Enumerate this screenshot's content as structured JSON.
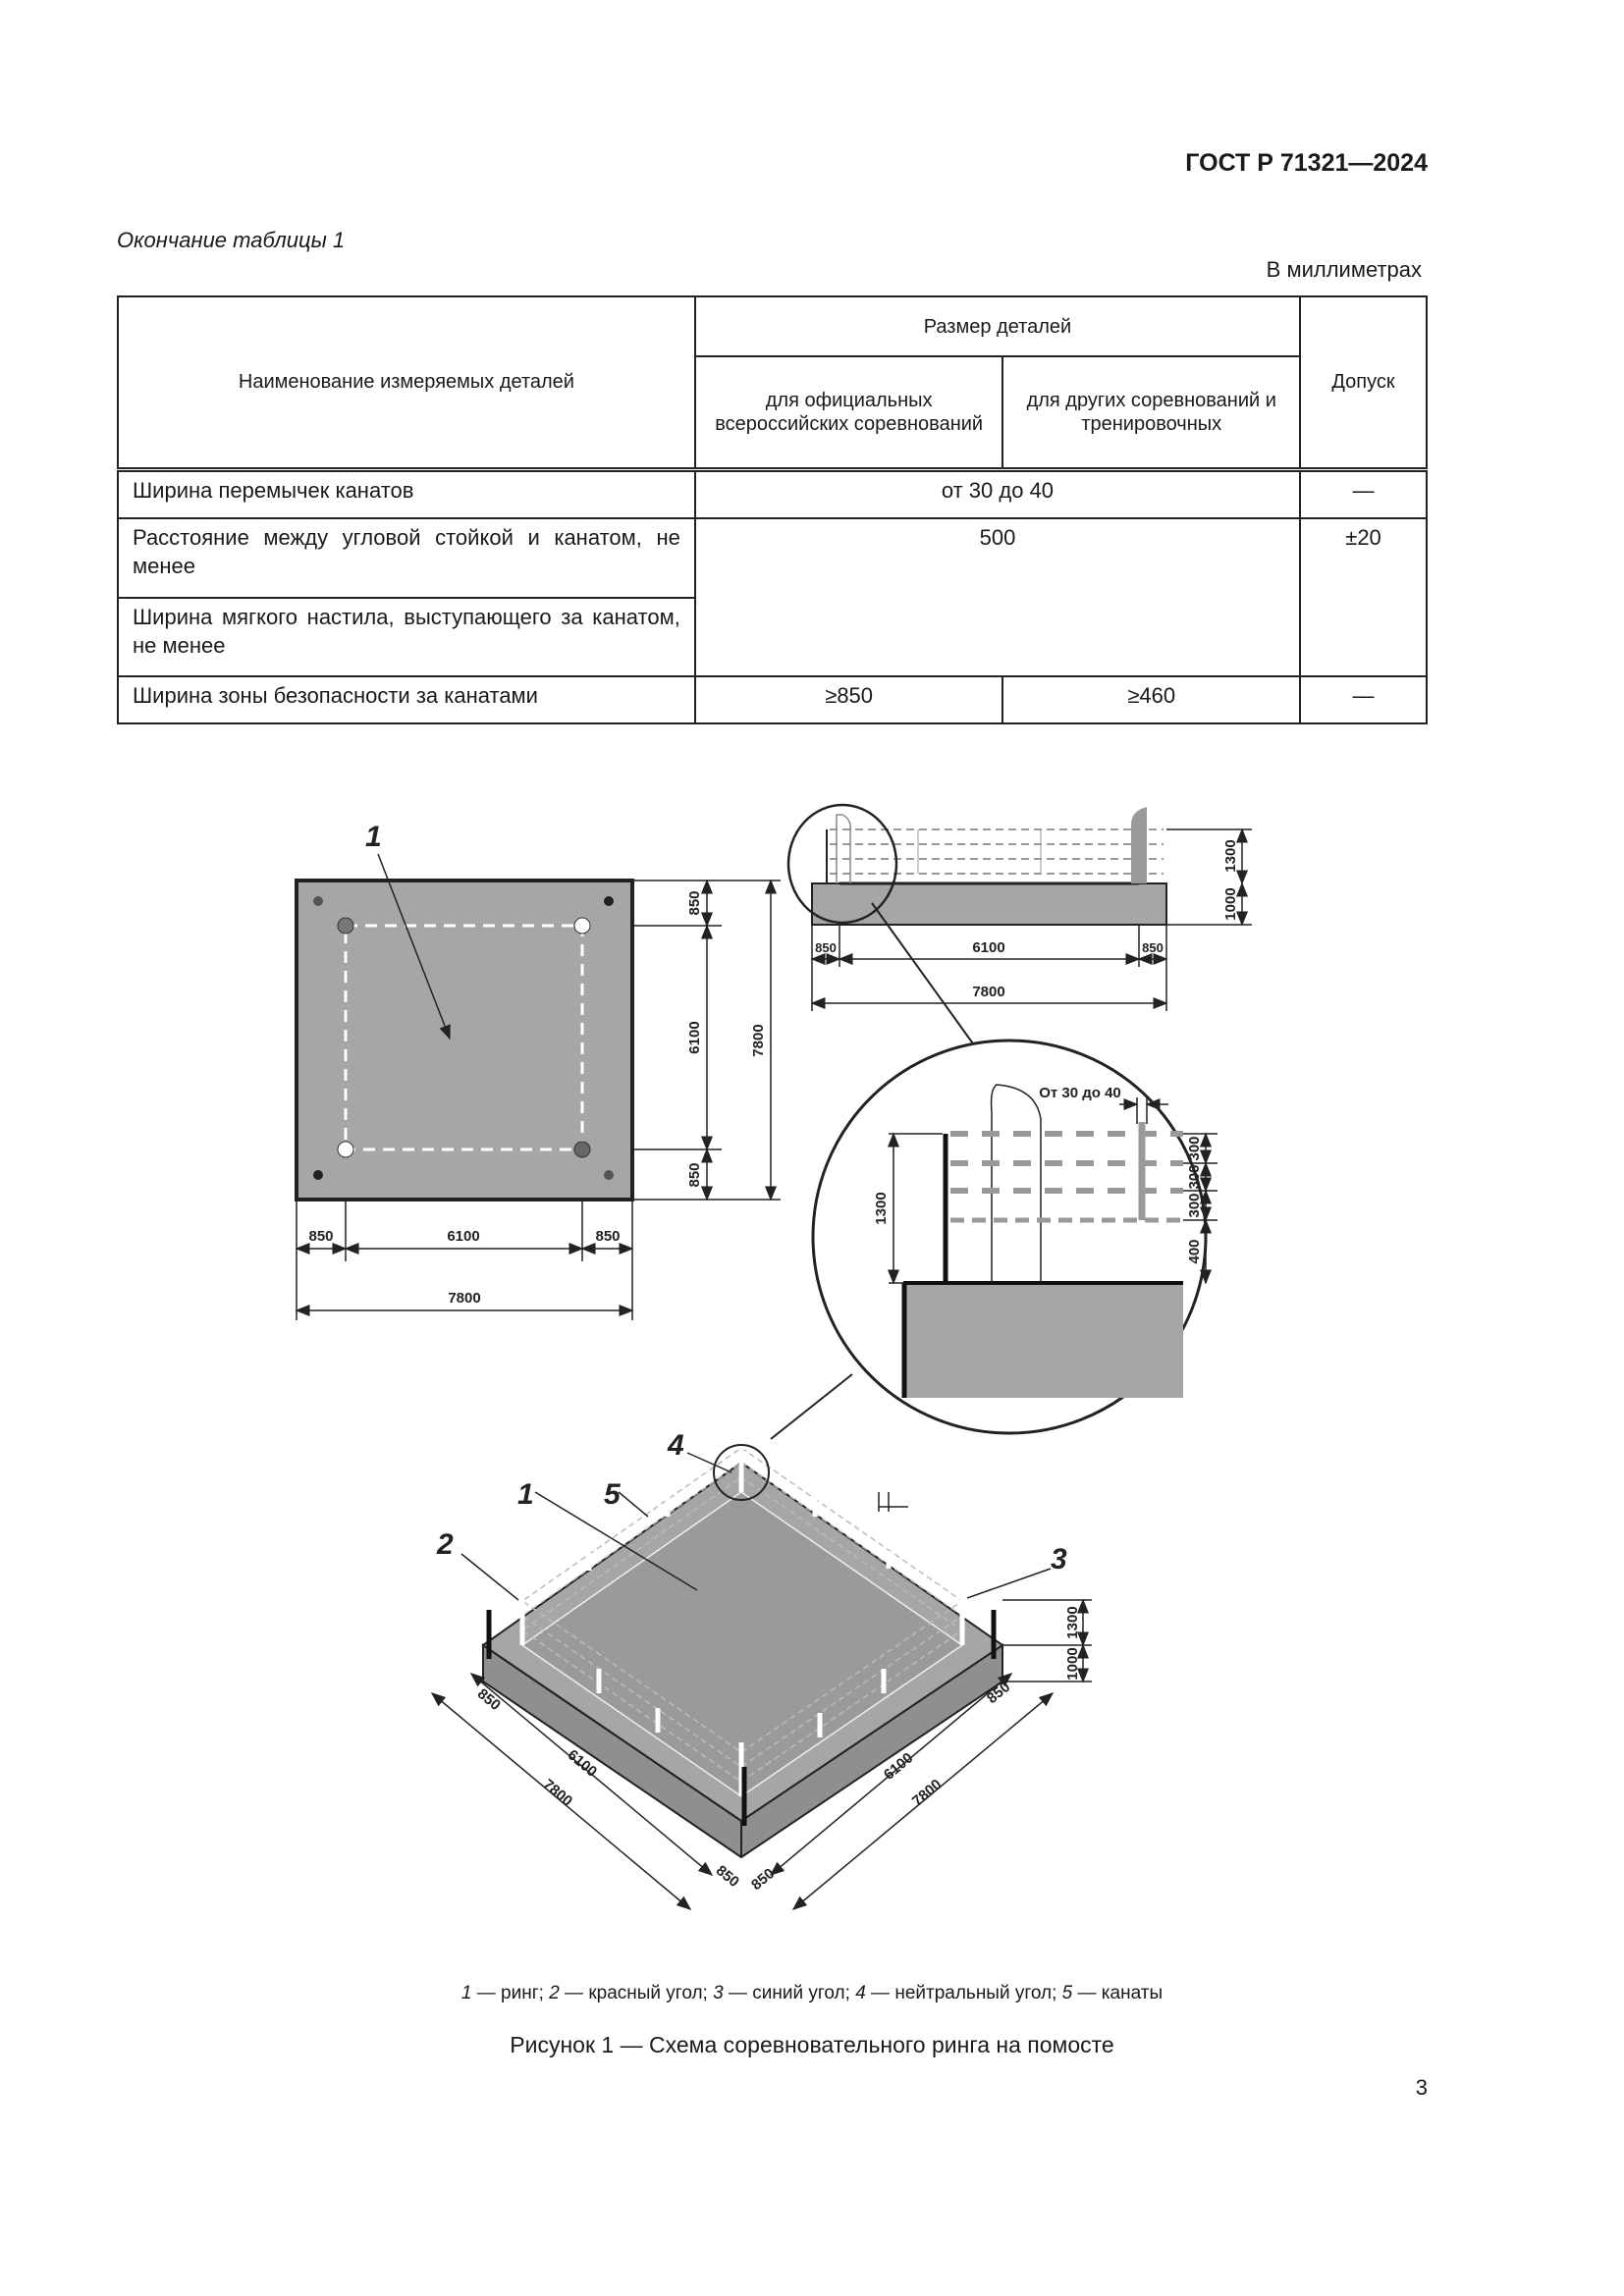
{
  "header": {
    "doc_number": "ГОСТ Р 71321—2024"
  },
  "table_caption": "Окончание таблицы 1",
  "units": "В миллиметрах",
  "table": {
    "col_name": "Наименование измеряемых деталей",
    "col_size": "Размер деталей",
    "col_size_official": "для официальных всероссийских соревнований",
    "col_size_other": "для других соревнований и тренировочных",
    "col_tolerance": "Допуск",
    "rows": [
      {
        "name": "Ширина перемычек канатов",
        "size": "от 30 до 40",
        "tolerance": "—"
      },
      {
        "name": "Расстояние между угловой стойкой и канатом, не менее",
        "size": "500",
        "tolerance": "±20"
      },
      {
        "name": "Ширина мягкого настила, выступающего за канатом, не менее"
      },
      {
        "name": "Ширина зоны безопасности за канатами",
        "size_official": "≥850",
        "size_other": "≥460",
        "tolerance": "—"
      }
    ]
  },
  "figure": {
    "labels": {
      "ring": "1",
      "red_corner": "2",
      "blue_corner": "3",
      "neutral_corner": "4",
      "ropes": "5"
    },
    "dims": {
      "d850": "850",
      "d6100": "6100",
      "d7800": "7800",
      "d1300": "1300",
      "d1000": "1000",
      "d300": "300",
      "d400": "400",
      "bridge": "От 30 до 40"
    },
    "colors": {
      "platform": "#a6a6a6",
      "rope": "#9a9a9a"
    }
  },
  "legend": [
    {
      "num": "1",
      "text": " — ринг; "
    },
    {
      "num": "2",
      "text": " — красный угол; "
    },
    {
      "num": "3",
      "text": " — синий угол; "
    },
    {
      "num": "4",
      "text": " — нейтральный угол; "
    },
    {
      "num": "5",
      "text": " — канаты"
    }
  ],
  "figure_caption": "Рисунок 1 — Схема соревновательного ринга на помосте",
  "page_number": "3"
}
